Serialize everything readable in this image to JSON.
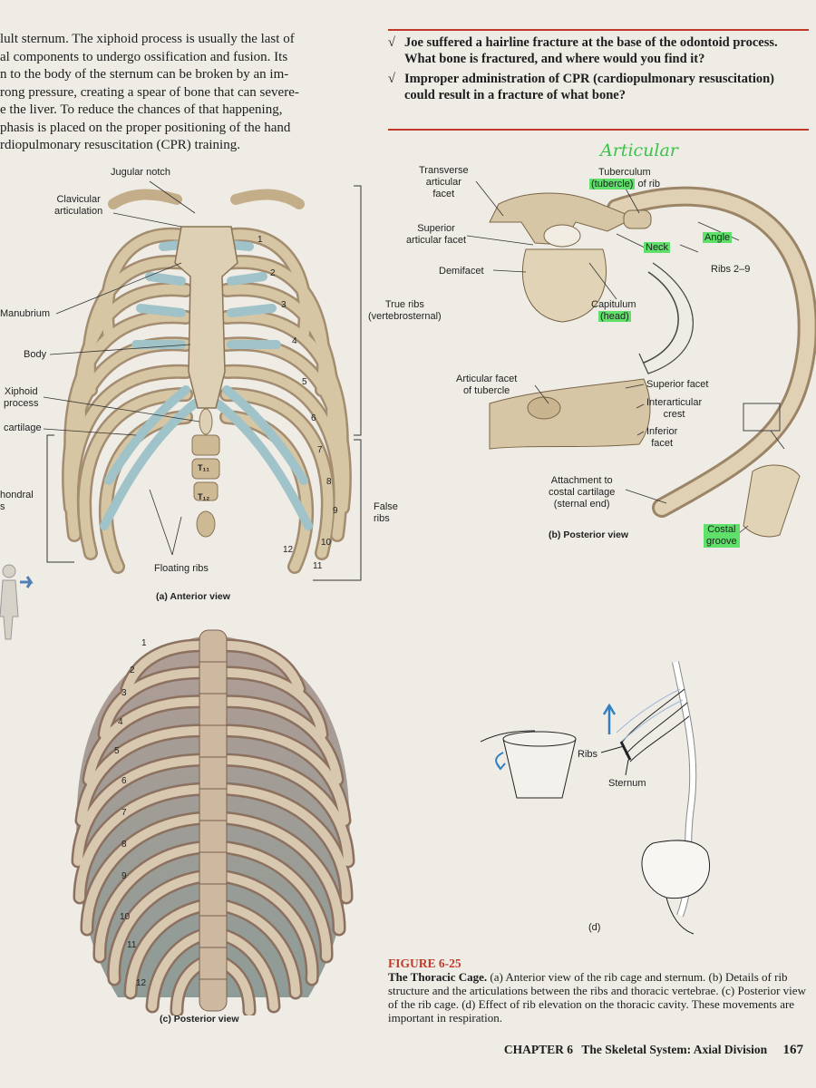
{
  "body_text": [
    "lult sternum. The xiphoid process is usually the last of",
    "al components to undergo ossification and fusion. Its",
    "n to the body of the sternum can be broken by an im-",
    "rong pressure, creating a spear of bone that can severe-",
    "e the liver. To reduce the chances of that happening,",
    "phasis is placed on the proper positioning of the hand",
    "rdiopulmonary resuscitation (CPR) training."
  ],
  "questions": [
    {
      "mark": "√",
      "text": "Joe suffered a hairline fracture at the base of the odontoid process. What bone is fractured, and where would you find it?"
    },
    {
      "mark": "√",
      "text": "Improper administration of CPR (cardiopulmonary resuscitation) could result in a fracture of what bone?"
    }
  ],
  "panel_a": {
    "jugular_notch": "Jugular notch",
    "clavicular_articulation": "Clavicular\narticulation",
    "manubrium": "Manubrium",
    "body": "Body",
    "xiphoid_process": "Xiphoid\nprocess",
    "cartilage": "cartilage",
    "chondral": "hondral\ns",
    "true_ribs": "True ribs\n(vertebrosternal)",
    "false_ribs": "False\nribs",
    "floating_ribs": "Floating ribs",
    "t_labels": [
      "T₁₁",
      "T₁₂"
    ],
    "rib_numbers": [
      "1",
      "2",
      "3",
      "4",
      "5",
      "6",
      "7",
      "8",
      "9",
      "10",
      "11",
      "12"
    ],
    "caption": "(a) Anterior view"
  },
  "panel_b": {
    "handwritten": "Articular",
    "transverse_articular_facet": "Transverse\narticular\nfacet",
    "tuberculum_line1": "Tuberculum",
    "tuberculum_line2": "(tubercle)",
    "tuberculum_line2_suffix": " of rib",
    "superior_articular_facet": "Superior\narticular facet",
    "demifacet": "Demifacet",
    "neck": "Neck",
    "angle": "Angle",
    "ribs_2_9": "Ribs 2–9",
    "capitulum": "Capitulum",
    "head": "(head)",
    "articular_facet_tubercle": "Articular facet\nof tubercle",
    "superior_facet": "Superior facet",
    "interarticular_crest": "Interarticular\ncrest",
    "inferior_facet": "Inferior\nfacet",
    "attachment": "Attachment to\ncostal cartilage\n(sternal end)",
    "costal_groove": "Costal\ngroove",
    "caption": "(b) Posterior view"
  },
  "panel_c": {
    "rib_numbers": [
      "1",
      "2",
      "3",
      "4",
      "5",
      "6",
      "7",
      "8",
      "9",
      "10",
      "11",
      "12"
    ],
    "caption": "(c) Posterior view"
  },
  "panel_d": {
    "ribs": "Ribs",
    "sternum": "Sternum",
    "caption": "(d)"
  },
  "figure": {
    "number": "FIGURE 6-25",
    "title": "The Thoracic Cage.",
    "text": " (a) Anterior view of the rib cage and sternum. (b) Details of rib structure and the articulations between the ribs and thoracic vertebrae. (c) Posterior view of the rib cage. (d) Effect of rib elevation on the thoracic cavity. These movements are important in respiration."
  },
  "footer": {
    "chapter": "CHAPTER 6",
    "title": "The Skeletal System: Axial Division",
    "page": "167"
  },
  "colors": {
    "accent_red": "#c0392b",
    "highlight_green": "#5fe06a",
    "bone": "#d9c9a8",
    "cartilage": "#9fc3c8"
  }
}
